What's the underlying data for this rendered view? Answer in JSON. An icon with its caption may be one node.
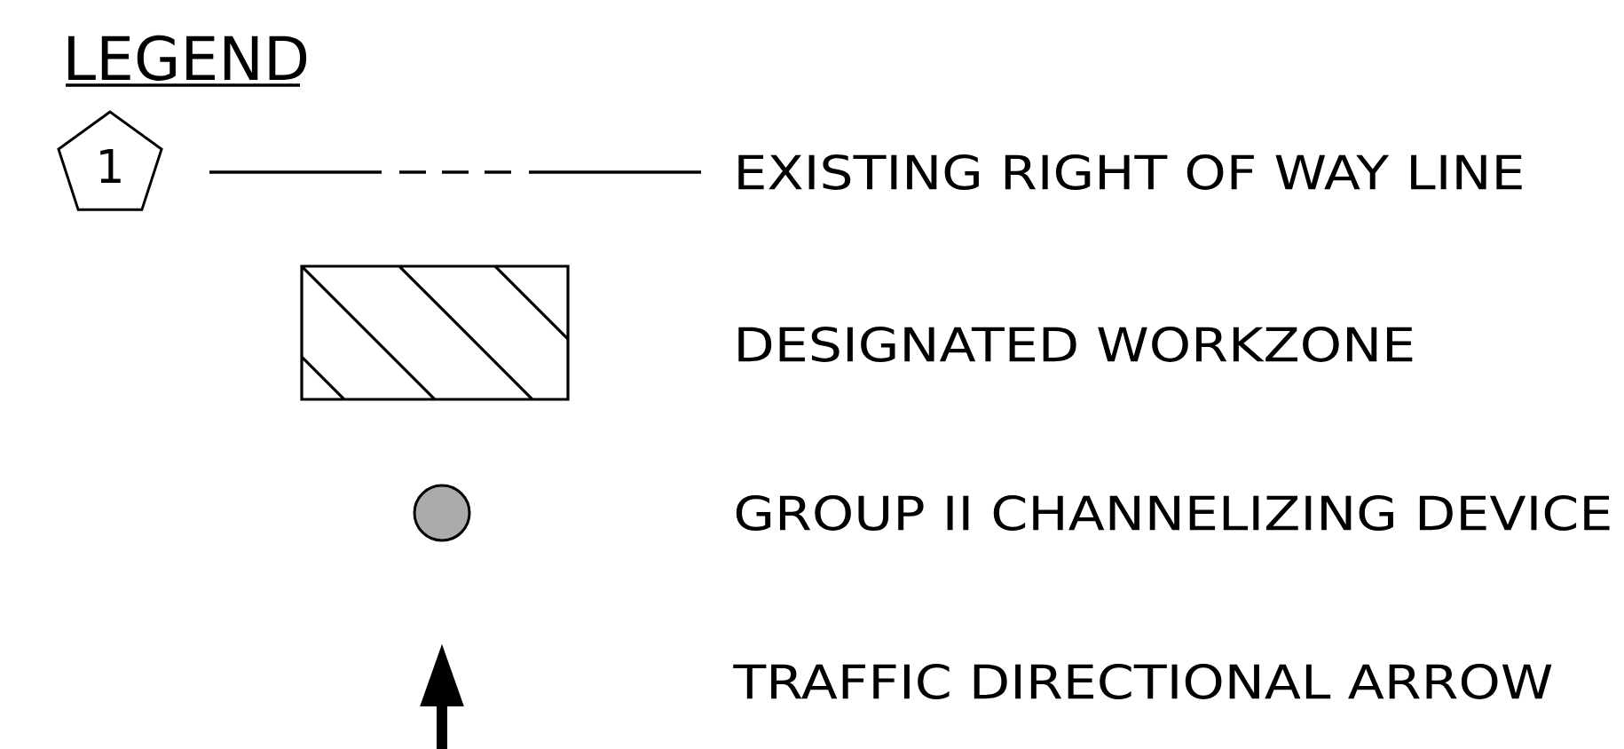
{
  "diagram": {
    "title": "LEGEND",
    "nodes": [
      {
        "text": [
          "1"
        ]
      }
    ],
    "legend": [
      {
        "text": "EXISTING RIGHT OF WAY LINE"
      },
      {
        "text": "DESIGNATED WORKZONE"
      },
      {
        "text": "GROUP II CHANNELIZING DEVICE"
      },
      {
        "text": "TRAFFIC DIRECTIONAL ARROW"
      }
    ]
  }
}
